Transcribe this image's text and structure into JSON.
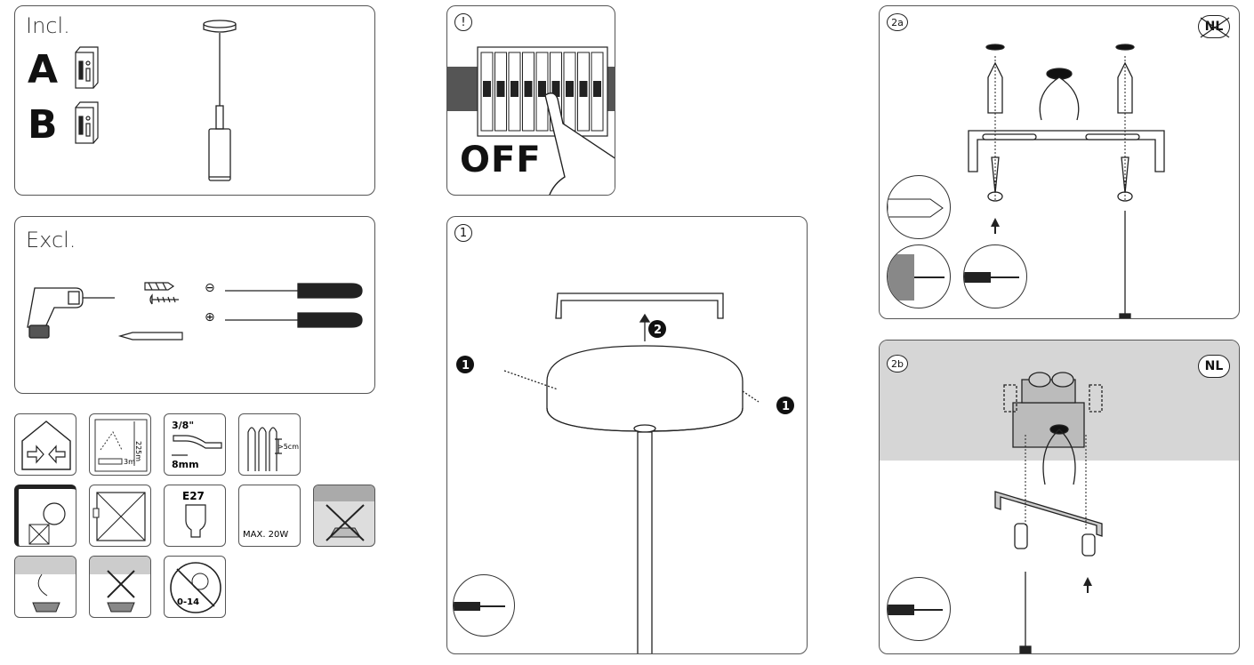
{
  "incl": {
    "label": "Incl.",
    "manual_a": "A",
    "manual_b": "B"
  },
  "excl": {
    "label": "Excl.",
    "minus_sign": "⊖",
    "plus_sign": "⊕"
  },
  "icons": {
    "bathroom_height": "225m",
    "bathroom_dist": "3m",
    "cable_top": "3/8\"",
    "cable_bottom": "8mm",
    "wire_gap": ">5cm",
    "bulb_type": "E27",
    "max_watt": "MAX. 20W",
    "age_limit": "0-14"
  },
  "power": {
    "badge": "!",
    "off_text": "OFF"
  },
  "step1": {
    "badge": "1",
    "marker_left": "1",
    "marker_right": "1",
    "marker_bracket": "2"
  },
  "step2a": {
    "badge": "2a",
    "region": "NL"
  },
  "step2b": {
    "badge": "2b",
    "region": "NL"
  }
}
